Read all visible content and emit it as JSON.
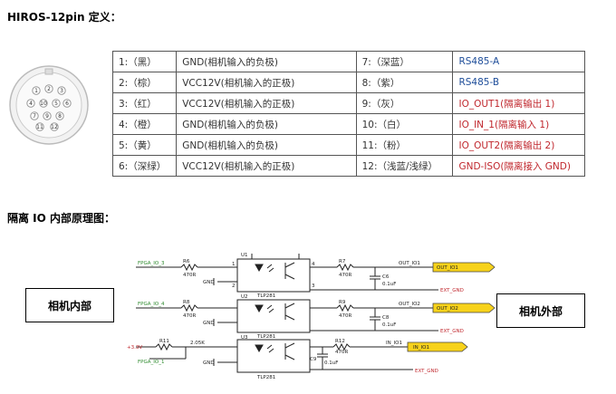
{
  "heading": "HIROS-12pin 定义：",
  "connector": {
    "pins": [
      "1",
      "2",
      "3",
      "4",
      "5",
      "6",
      "7",
      "8",
      "9",
      "10",
      "11",
      "12"
    ]
  },
  "pin_table": [
    {
      "left_pin": "1:（黑）",
      "left_desc": "GND(相机输入的负极)",
      "right_pin": "7:（深蓝）",
      "right_desc": "RS485-A",
      "right_color": "blue"
    },
    {
      "left_pin": "2:（棕）",
      "left_desc": "VCC12V(相机输入的正极)",
      "right_pin": "8:（紫）",
      "right_desc": "RS485-B",
      "right_color": "blue"
    },
    {
      "left_pin": "3:（红）",
      "left_desc": "VCC12V(相机输入的正极)",
      "right_pin": "9:（灰）",
      "right_desc": "IO_OUT1(隔离输出 1)",
      "right_color": "red"
    },
    {
      "left_pin": "4:（橙）",
      "left_desc": "GND(相机输入的负极)",
      "right_pin": "10:（白）",
      "right_desc": "IO_IN_1(隔离输入 1)",
      "right_color": "red"
    },
    {
      "left_pin": "5:（黄）",
      "left_desc": "GND(相机输入的负极)",
      "right_pin": "11:（粉）",
      "right_desc": "IO_OUT2(隔离输出 2)",
      "right_color": "red"
    },
    {
      "left_pin": "6:（深绿）",
      "left_desc": "VCC12V(相机输入的正极)",
      "right_pin": "12:（浅蓝/浅绿）",
      "right_desc": "GND-ISO(隔离接入 GND)",
      "right_color": "red"
    }
  ],
  "schematic_heading": "隔离 IO 内部原理图：",
  "schematic": {
    "camera_inside": "相机内部",
    "camera_outside": "相机外部",
    "row1": {
      "net_in": "FPGA_IO_3",
      "res_in": "R6",
      "res_in_val": "470R",
      "chip": "U1",
      "chip_part": "TLP281",
      "gnd": "GND",
      "res_out": "R7",
      "res_out_val": "470R",
      "cap": "C6",
      "cap_val": "0.1uF",
      "net_out": "OUT_IO1",
      "flag": "OUT_IO1",
      "ext_gnd": "EXT_GND"
    },
    "row2": {
      "net_in": "FPGA_IO_4",
      "res_in": "R8",
      "res_in_val": "470R",
      "chip": "U2",
      "chip_part": "TLP281",
      "gnd": "GND",
      "res_out": "R9",
      "res_out_val": "470R",
      "cap": "C8",
      "cap_val": "0.1uF",
      "net_out": "OUT_IO2",
      "flag": "OUT_IO2",
      "ext_gnd": "EXT_GND"
    },
    "row3": {
      "vcc": "+3.3V",
      "res_in": "R11",
      "res_in_val": "2.05K",
      "net_in": "FPGA_IO_1",
      "chip": "U3",
      "chip_part": "TLP281",
      "gnd": "GND",
      "res_out": "R12",
      "res_out_val": "470R",
      "cap": "C9",
      "cap_val": "0.1uF",
      "net_out": "IN_IO1",
      "flag": "IN_IO1",
      "ext_gnd": "EXT_GND"
    },
    "pin_nums": [
      "1",
      "2",
      "3",
      "4"
    ]
  },
  "colors": {
    "flag_fill": "#f7d21b",
    "net_green": "#2e8b2e",
    "net_red": "#c0272d",
    "wire": "#222222"
  }
}
